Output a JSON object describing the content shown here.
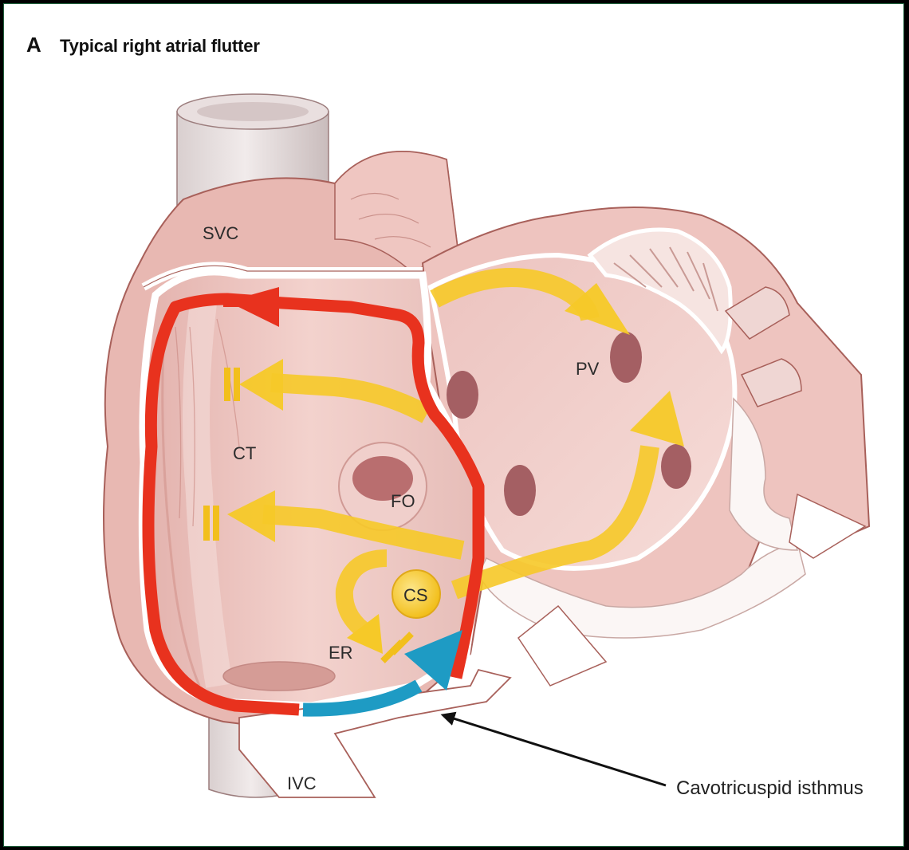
{
  "figure": {
    "panel_letter": "A",
    "title": "Typical right atrial flutter"
  },
  "labels": {
    "svc": "SVC",
    "ct": "CT",
    "fo": "FO",
    "cs": "CS",
    "er": "ER",
    "ivc": "IVC",
    "pv": "PV",
    "cavotricuspid_isthmus": "Cavotricuspid isthmus"
  },
  "colors": {
    "circuit_red": "#e8321e",
    "isthmus_blue": "#1e9bc4",
    "activation_yellow": "#f6c928",
    "tissue_pink": "#eab4b0",
    "outline": "#a8605a"
  }
}
